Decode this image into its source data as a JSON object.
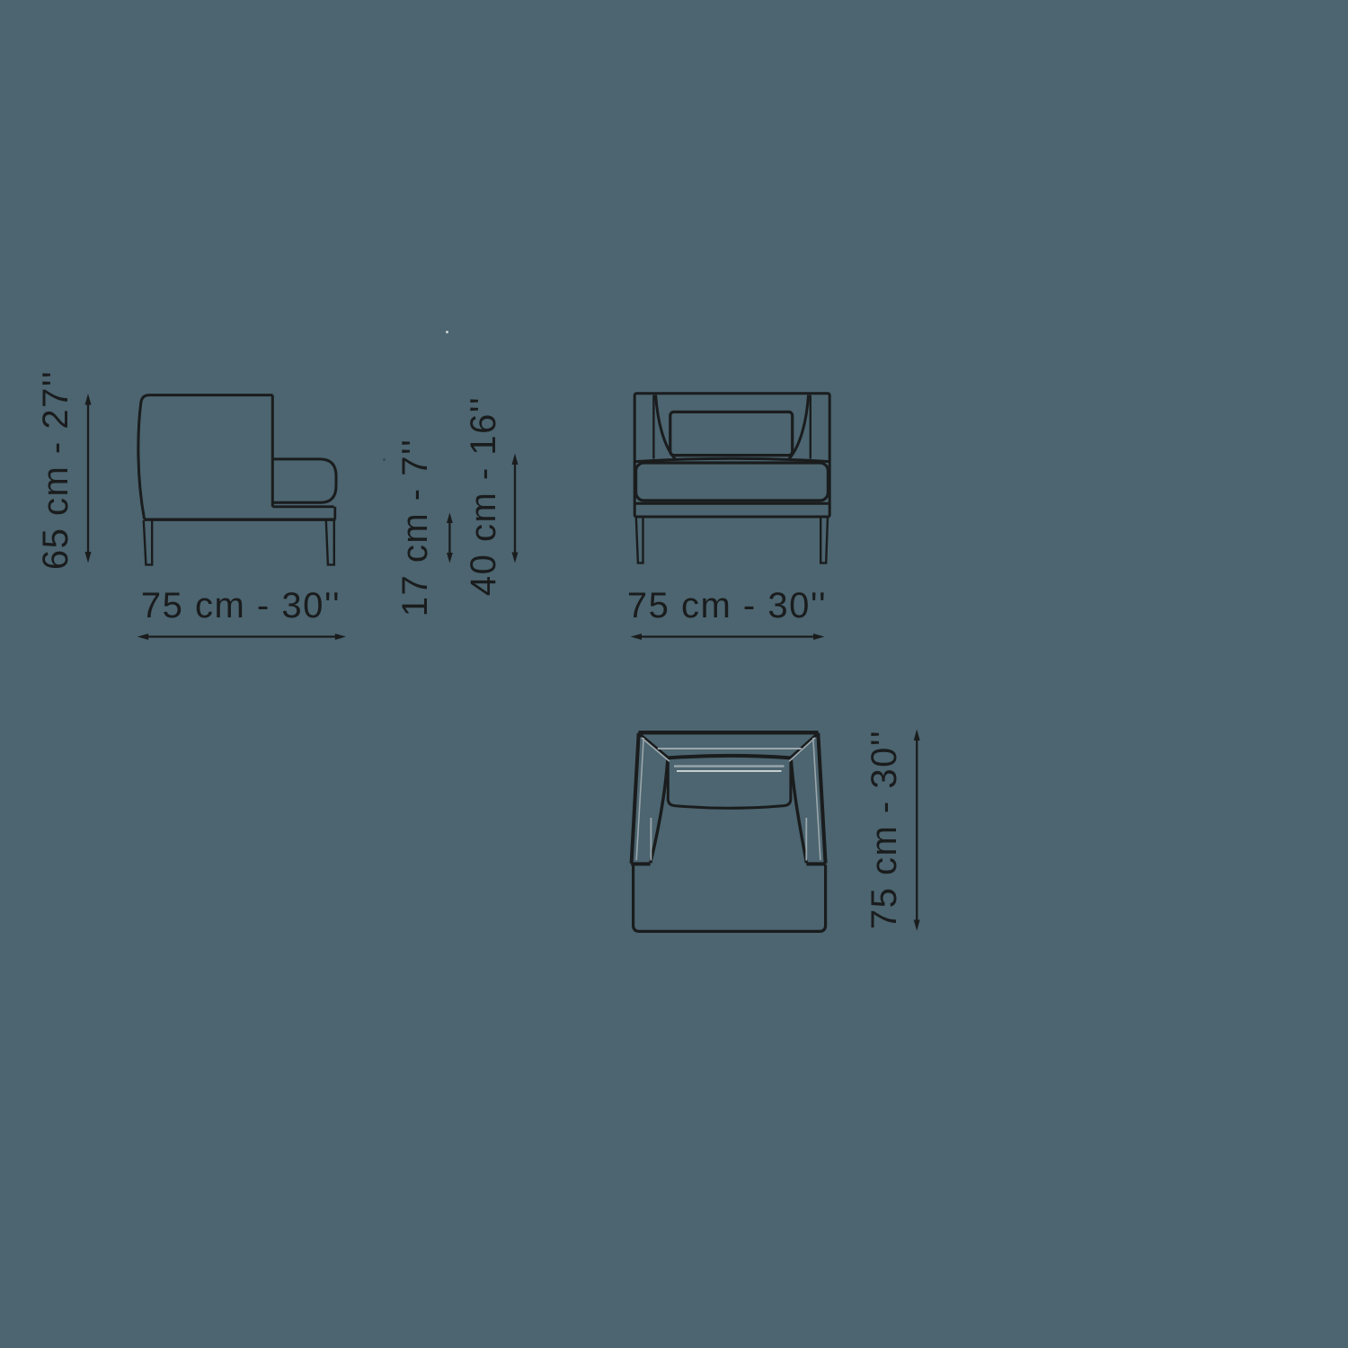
{
  "canvas": {
    "background": "#4C6570",
    "ink": "#1a1c1d",
    "seam": "#9aa6ab",
    "highlight": "#c6ced0"
  },
  "diagram_title": "armchair-dimension-drawing",
  "labels": {
    "side_height": "65 cm - 27''",
    "side_width": "75 cm - 30''",
    "base_height": "17 cm - 7''",
    "seat_height": "40 cm - 16''",
    "front_width": "75 cm - 30''",
    "top_depth": "75 cm - 30''"
  }
}
